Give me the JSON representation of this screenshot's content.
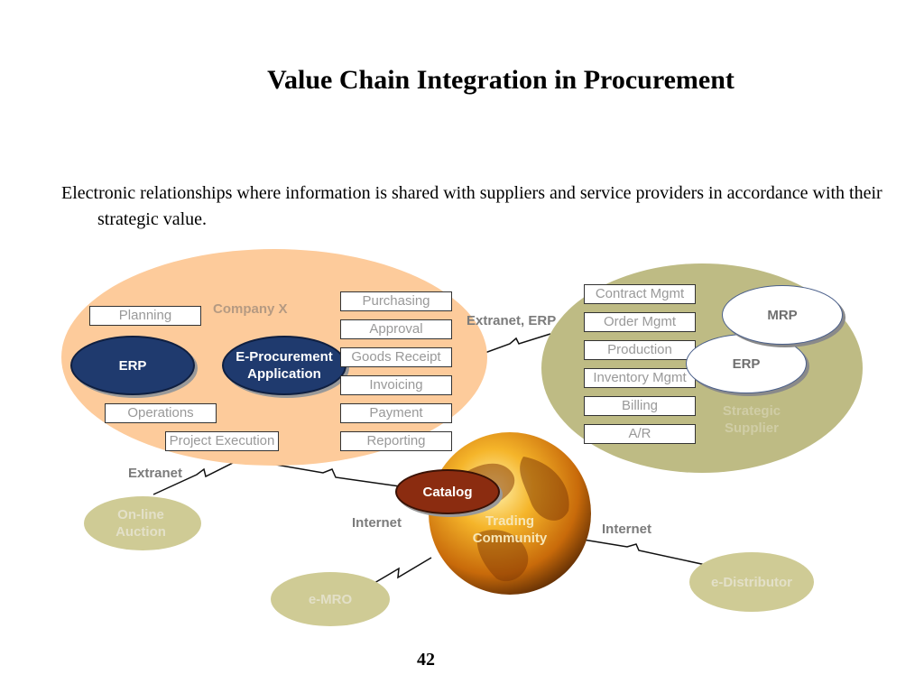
{
  "slide": {
    "title": "Value Chain Integration in Procurement",
    "subtitle": "Electronic relationships where information is shared with suppliers and service providers in accordance with their strategic value.",
    "page_number": "42"
  },
  "company": {
    "name": "Company X",
    "erp": "ERP",
    "eproc": "E-Procurement Application",
    "left_boxes": [
      "Planning",
      "Operations",
      "Project Execution"
    ],
    "process_boxes": [
      "Purchasing",
      "Approval",
      "Goods Receipt",
      "Invoicing",
      "Payment",
      "Reporting"
    ]
  },
  "supplier": {
    "name": "Strategic Supplier",
    "boxes": [
      "Contract Mgmt",
      "Order Mgmt",
      "Production",
      "Inventory Mgmt",
      "Billing",
      "A/R"
    ],
    "mrp": "MRP",
    "erp": "ERP"
  },
  "links": {
    "extranet_erp": "Extranet, ERP",
    "extranet": "Extranet",
    "internet_left": "Internet",
    "internet_right": "Internet"
  },
  "community": {
    "catalog": "Catalog",
    "trading": "Trading Community"
  },
  "partners": {
    "auction": "On-line Auction",
    "emro": "e-MRO",
    "distributor": "e-Distributor"
  },
  "colors": {
    "company_zone": "#fdcb9b",
    "supplier_zone": "#bebb84",
    "partner_node": "#cfcb95",
    "erp_node": "#1f3a6e",
    "catalog_node": "#8b2c10",
    "globe": "#e9a020"
  }
}
